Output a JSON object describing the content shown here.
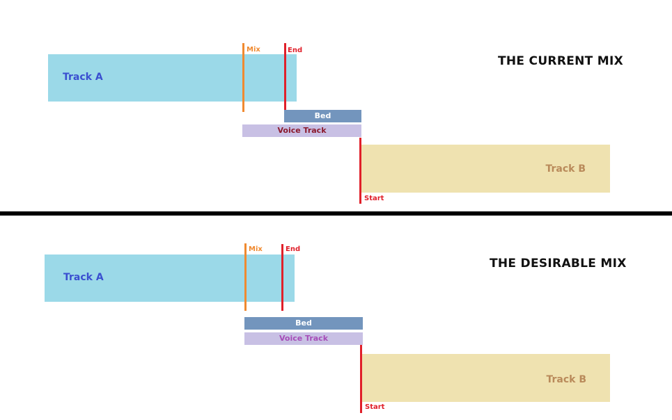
{
  "colors": {
    "track_a_fill": "#9bd9e8",
    "track_a_text": "#3a4fd0",
    "track_b_fill": "#efe2b0",
    "track_b_text": "#b98a5a",
    "bed_fill": "#7395bd",
    "voice_fill": "#c8c0e4",
    "mix_marker": "#f08a30",
    "end_marker": "#e0202a",
    "start_marker": "#e0202a",
    "divider": "#000000"
  },
  "current": {
    "title": "THE CURRENT MIX",
    "track_a": "Track A",
    "track_b": "Track B",
    "bed": "Bed",
    "voice": "Voice Track",
    "voice_text_color": "#8b1a2e",
    "mix": "Mix",
    "end": "End",
    "start": "Start"
  },
  "desirable": {
    "title": "THE DESIRABLE MIX",
    "track_a": "Track A",
    "track_b": "Track B",
    "bed": "Bed",
    "voice": "Voice Track",
    "voice_text_color": "#a64cb8",
    "mix": "Mix",
    "end": "End",
    "start": "Start"
  }
}
